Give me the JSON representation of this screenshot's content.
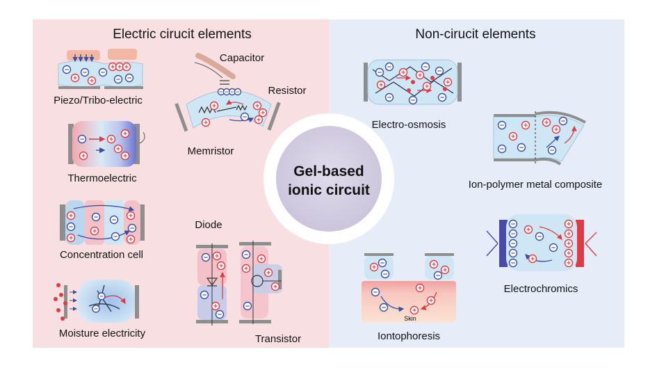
{
  "left_panel": {
    "title": "Electric cirucit elements",
    "items": {
      "piezo": "Piezo/Tribo-electric",
      "thermo": "Thermoelectric",
      "concentration": "Concentration cell",
      "moisture": "Moisture electricity",
      "capacitor": "Capacitor",
      "resistor": "Resistor",
      "memristor": "Memristor",
      "diode": "Diode",
      "transistor": "Transistor"
    }
  },
  "right_panel": {
    "title": "Non-cirucit elements",
    "items": {
      "electroosmosis": "Electro-osmosis",
      "ipmc": "Ion-polymer metal composite",
      "electrochromics": "Electrochromics",
      "iontophoresis": "Iontophoresis",
      "skin": "Skin"
    }
  },
  "center": {
    "line1": "Gel-based",
    "line2": "ionic circuit"
  },
  "glyphs": {
    "plus": "+",
    "minus": "−"
  },
  "colors": {
    "left_bg": "#f8dfe2",
    "right_bg": "#e6edf8",
    "gel": "#cfe6f4",
    "cation": "#e03a44",
    "anion": "#3b4fa0",
    "electrode": "#8e8e8e",
    "center_disk": "#d7d2e3"
  }
}
